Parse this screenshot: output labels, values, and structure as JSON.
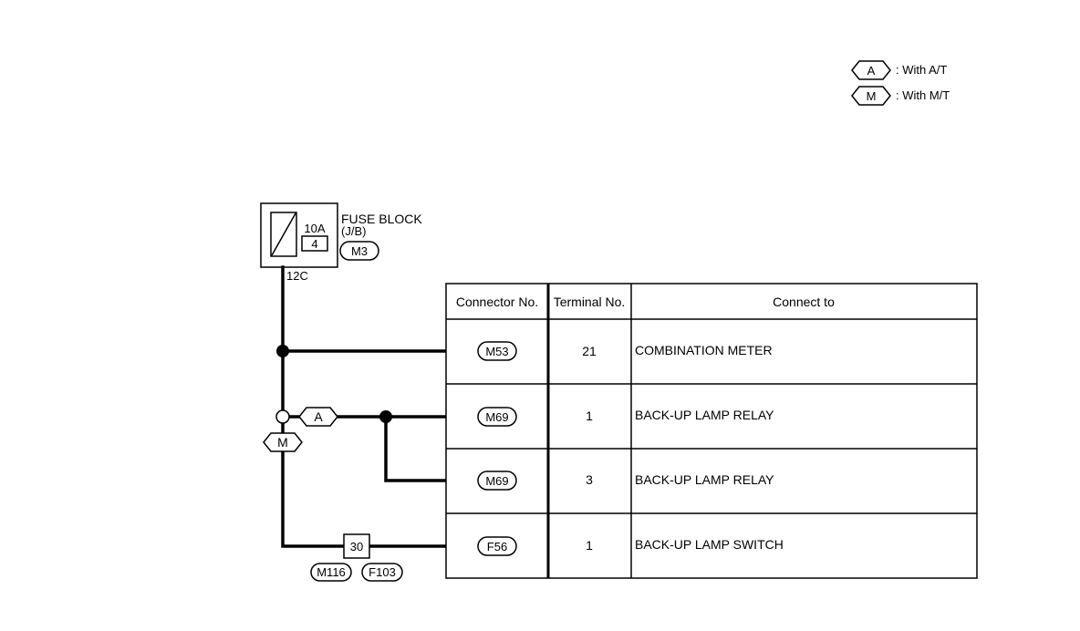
{
  "legend": {
    "items": [
      {
        "symbol": "A",
        "text": ": With A/T"
      },
      {
        "symbol": "M",
        "text": ": With M/T"
      }
    ]
  },
  "fuse_block": {
    "rating": "10A",
    "number": "4",
    "title": "FUSE BLOCK",
    "subtitle": "(J/B)",
    "connector": "M3",
    "terminal": "12C"
  },
  "branch_symbols": {
    "at": "A",
    "mt": "M"
  },
  "joint_connector": {
    "terminal": "30",
    "connectors": [
      "M116",
      "F103"
    ]
  },
  "table": {
    "headers": [
      "Connector No.",
      "Terminal No.",
      "Connect to"
    ],
    "rows": [
      {
        "connector": "M53",
        "terminal": "21",
        "connect_to": "COMBINATION METER"
      },
      {
        "connector": "M69",
        "terminal": "1",
        "connect_to": "BACK-UP LAMP RELAY"
      },
      {
        "connector": "M69",
        "terminal": "3",
        "connect_to": "BACK-UP LAMP RELAY"
      },
      {
        "connector": "F56",
        "terminal": "1",
        "connect_to": "BACK-UP LAMP SWITCH"
      }
    ]
  }
}
